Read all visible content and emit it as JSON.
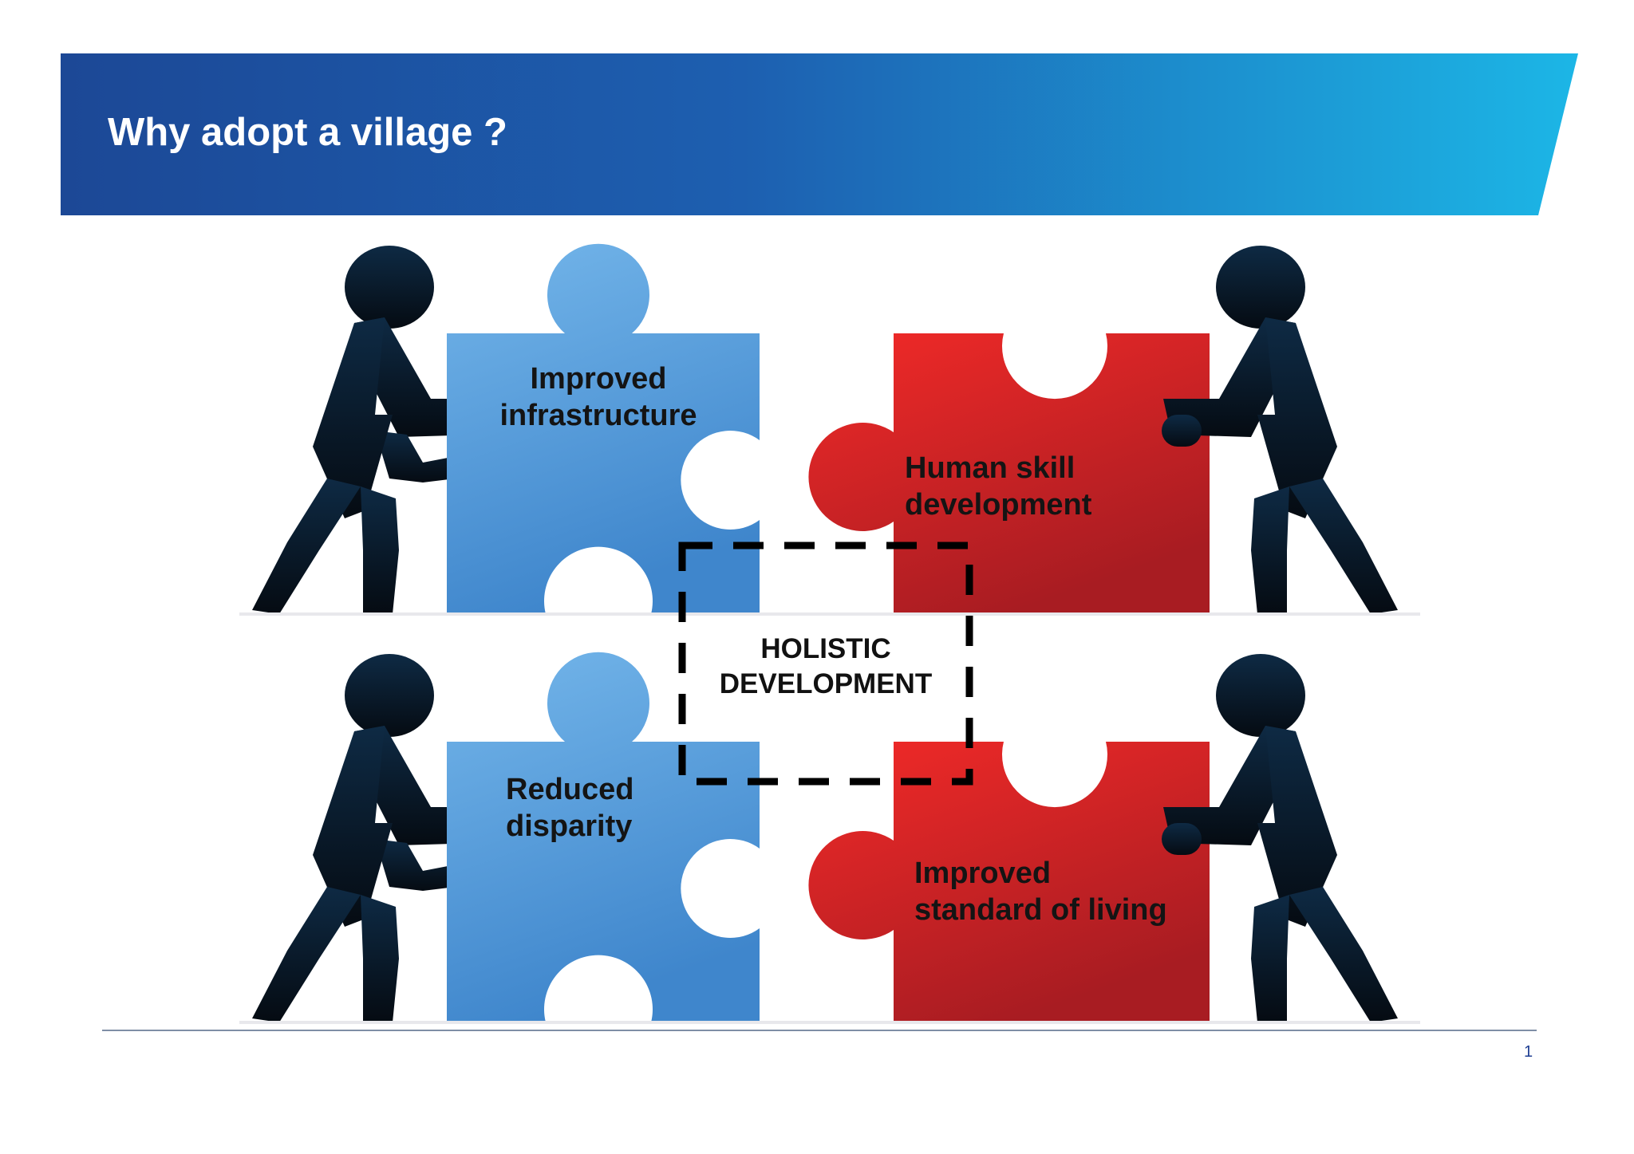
{
  "slide": {
    "title": "Why adopt a village ?",
    "page_number": "1"
  },
  "colors": {
    "header_start": "#1c4896",
    "header_end": "#1cb6e6",
    "blue_piece_light": "#74b6ea",
    "blue_piece_dark": "#3f86cc",
    "red_piece_light": "#f22a28",
    "red_piece_dark": "#a81c22",
    "figure": "#0a1826"
  },
  "diagram": {
    "pieces": {
      "top_left": "Improved\ninfrastructure",
      "top_right": "Human skill\ndevelopment",
      "bottom_left": "Reduced\ndisparity",
      "bottom_right": "Improved\nstandard of living"
    },
    "center": "HOLISTIC\nDEVELOPMENT"
  }
}
